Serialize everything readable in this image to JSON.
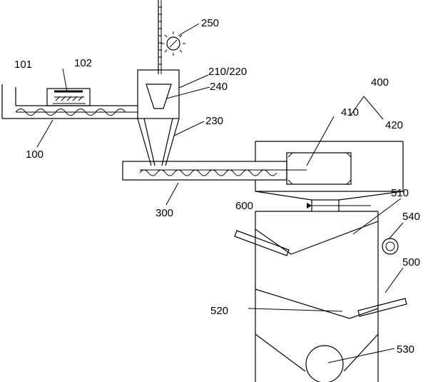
{
  "labels": {
    "l101": "101",
    "l102": "102",
    "l100": "100",
    "l250": "250",
    "l210": "210/220",
    "l240": "240",
    "l230": "230",
    "l300": "300",
    "l400": "400",
    "l410": "410",
    "l420": "420",
    "l510": "510",
    "l540": "540",
    "l600": "600",
    "l500": "500",
    "l520": "520",
    "l530": "530"
  }
}
